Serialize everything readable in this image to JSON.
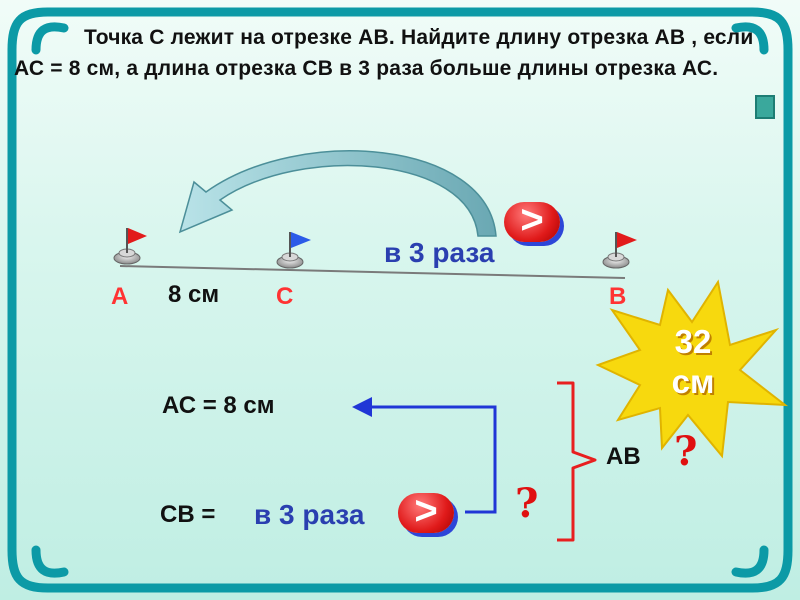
{
  "problem": {
    "text": "Точка С лежит на отрезке АВ. Найдите длину отрезка АВ , если АС = 8 см, а длина отрезка СВ в 3 раза больше длины отрезка АС."
  },
  "diagram": {
    "point_a": "А",
    "point_c": "С",
    "point_b": "В",
    "segment_ac_label": "8 см",
    "ratio_label": "в 3 раза",
    "greater_symbol": ">",
    "answer_value": "32",
    "answer_unit": "см"
  },
  "solution": {
    "ac_line": "АС = 8 см",
    "cb_prefix": "СВ =",
    "cb_ratio": "в 3 раза",
    "ab_label": "АВ",
    "question_mark": "?"
  },
  "colors": {
    "frame": "#0c9aa6",
    "red": "#e01a1a",
    "blue_text": "#2a3fb0",
    "burst": "#f7d90e"
  }
}
